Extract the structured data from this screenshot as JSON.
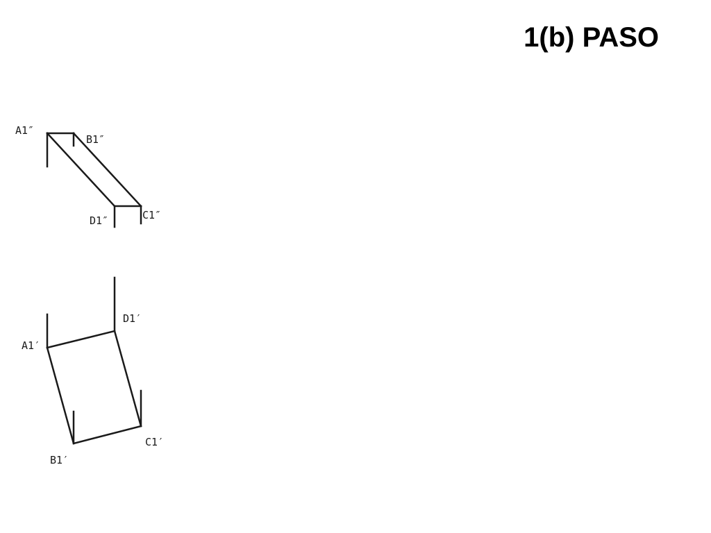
{
  "slide": {
    "title": "1(b) PASO"
  },
  "diagram": {
    "elevation_labels": {
      "a1": "A1″",
      "b1": "B1″",
      "c1": "C1″",
      "d1": "D1″"
    },
    "plan_labels": {
      "a1": "A1′",
      "b1": "B1′",
      "c1": "C1′",
      "d1": "D1′"
    },
    "colors": {
      "line": "#1a1a1a",
      "background": "#ffffff"
    }
  }
}
